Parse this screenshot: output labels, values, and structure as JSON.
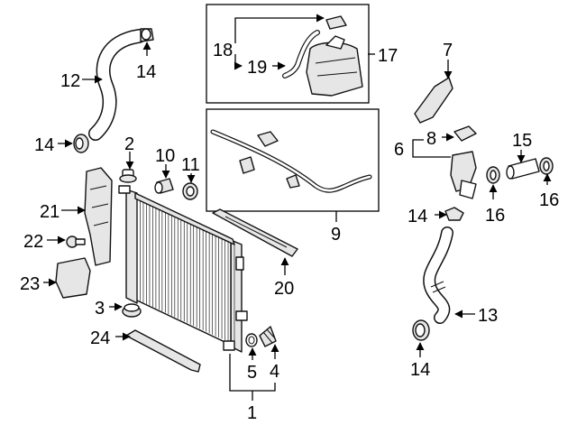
{
  "callouts": [
    {
      "id": "c1",
      "text": "1"
    },
    {
      "id": "c2",
      "text": "2"
    },
    {
      "id": "c3",
      "text": "3"
    },
    {
      "id": "c4",
      "text": "4"
    },
    {
      "id": "c5",
      "text": "5"
    },
    {
      "id": "c6",
      "text": "6"
    },
    {
      "id": "c7",
      "text": "7"
    },
    {
      "id": "c8",
      "text": "8"
    },
    {
      "id": "c9",
      "text": "9"
    },
    {
      "id": "c10",
      "text": "10"
    },
    {
      "id": "c11",
      "text": "11"
    },
    {
      "id": "c12",
      "text": "12"
    },
    {
      "id": "c13",
      "text": "13"
    },
    {
      "id": "c14a",
      "text": "14"
    },
    {
      "id": "c14b",
      "text": "14"
    },
    {
      "id": "c14c",
      "text": "14"
    },
    {
      "id": "c14d",
      "text": "14"
    },
    {
      "id": "c15",
      "text": "15"
    },
    {
      "id": "c16a",
      "text": "16"
    },
    {
      "id": "c16b",
      "text": "16"
    },
    {
      "id": "c17",
      "text": "17"
    },
    {
      "id": "c18",
      "text": "18"
    },
    {
      "id": "c19",
      "text": "19"
    },
    {
      "id": "c20",
      "text": "20"
    },
    {
      "id": "c21",
      "text": "21"
    },
    {
      "id": "c22",
      "text": "22"
    },
    {
      "id": "c23",
      "text": "23"
    },
    {
      "id": "c24",
      "text": "24"
    }
  ]
}
